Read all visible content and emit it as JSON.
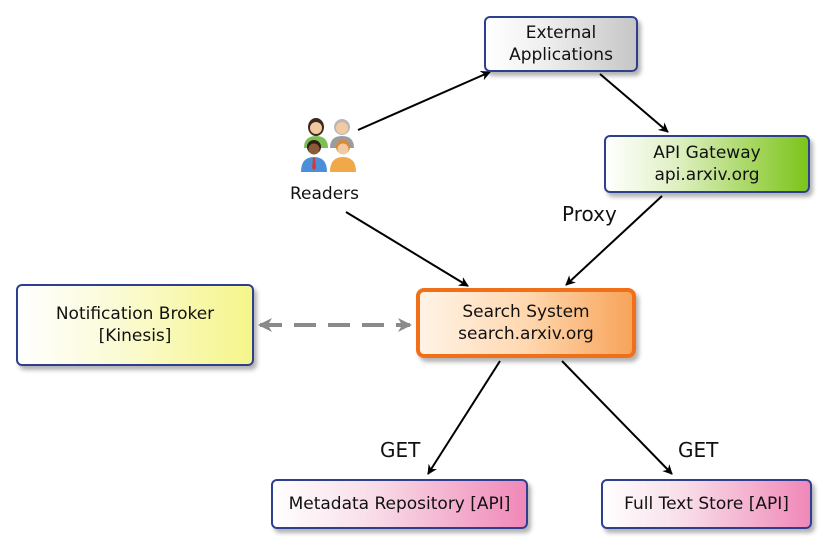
{
  "nodes": {
    "external": {
      "lines": [
        "External",
        "Applications"
      ]
    },
    "api_gateway": {
      "lines": [
        "API Gateway",
        "api.arxiv.org"
      ]
    },
    "search": {
      "lines": [
        "Search System",
        "search.arxiv.org"
      ]
    },
    "notification": {
      "lines": [
        "Notification Broker",
        "[Kinesis]"
      ]
    },
    "metadata": {
      "lines": [
        "Metadata Repository [API]"
      ]
    },
    "fulltext": {
      "lines": [
        "Full Text Store [API]"
      ]
    }
  },
  "actor": {
    "label": "Readers",
    "icon": "people-group-icon"
  },
  "edge_labels": {
    "proxy": "Proxy",
    "get_metadata": "GET",
    "get_fulltext": "GET"
  },
  "colors": {
    "search_border": "#f0701a",
    "node_border": "#2f3f8f",
    "arrow": "#000000",
    "dashed_arrow": "#8a8a8a"
  }
}
